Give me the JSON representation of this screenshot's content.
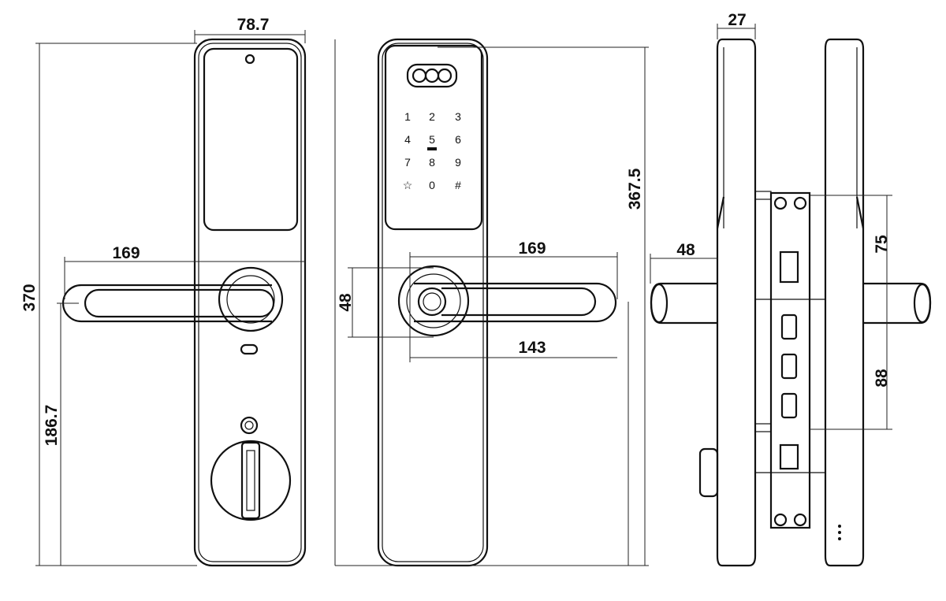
{
  "dimensions": {
    "front_width": "78.7",
    "front_height": "370",
    "handle_length_left": "169",
    "handle_height_from_bottom": "186.7",
    "front2_height": "367.5",
    "handle_length_right": "169",
    "rosette_height": "48",
    "handle_reach": "143",
    "side_thickness": "27",
    "handle_projection": "48",
    "mortise_upper": "75",
    "mortise_lower": "88"
  },
  "keypad": {
    "keys": [
      "1",
      "2",
      "3",
      "4",
      "5",
      "6",
      "7",
      "8",
      "9",
      "☆",
      "0",
      "#"
    ]
  }
}
